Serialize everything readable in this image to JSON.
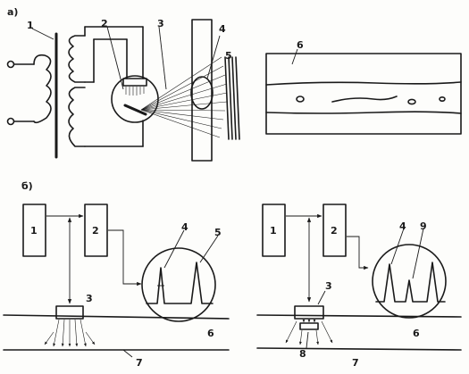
{
  "section_labels": {
    "a": "а)",
    "b": "б)"
  },
  "top": {
    "transformer_label": "1",
    "tube_label": "2",
    "beam_label": "3",
    "defect_label": "4",
    "film_label": "5",
    "film_image_label": "6"
  },
  "bottom_left": {
    "generator_label": "1",
    "amplifier_label": "2",
    "probe_label": "3",
    "echo_label": "4",
    "bottom_echo_label": "5",
    "screen_label": "6",
    "workpiece_label": "7"
  },
  "bottom_right": {
    "generator_label": "1",
    "amplifier_label": "2",
    "probe_label": "3",
    "echo_label": "4",
    "defect_label": "8",
    "defect_echo_label": "9",
    "screen_label": "6",
    "workpiece_label": "7"
  }
}
